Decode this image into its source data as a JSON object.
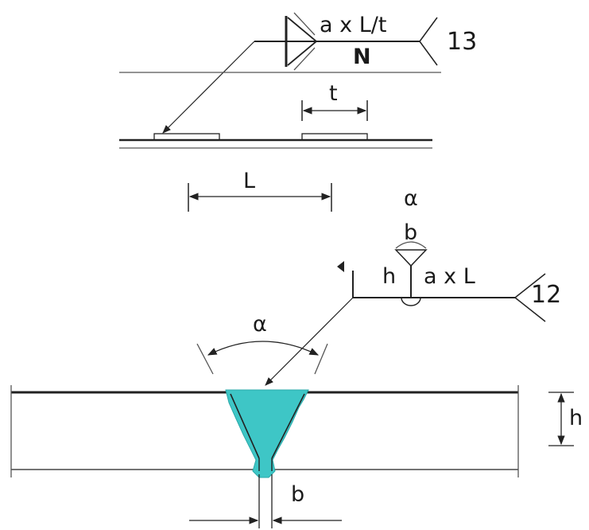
{
  "top_symbol": {
    "text_above": "a x L/t",
    "text_below": "N",
    "reference": "13"
  },
  "top_dims": {
    "pitch": "t",
    "length": "L"
  },
  "bottom_symbol": {
    "angle": "α",
    "gap": "b",
    "height": "h",
    "text_above": "a x L",
    "reference": "12"
  },
  "section": {
    "angle": "α",
    "thickness": "h",
    "gap": "b",
    "weld_color": "#3ec6c6"
  }
}
